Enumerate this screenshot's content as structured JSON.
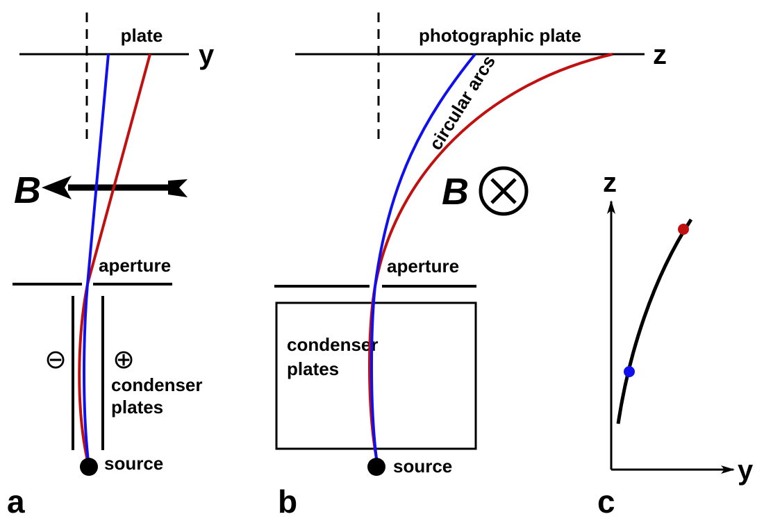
{
  "panels": {
    "a": {
      "label": "a",
      "plate_label": "plate",
      "axis_label": "y",
      "field_label": "B",
      "aperture_label": "aperture",
      "minus_sign": "⊖",
      "plus_sign": "⊕",
      "condenser_line1": "condenser",
      "condenser_line2": "plates",
      "source_label": "source"
    },
    "b": {
      "label": "b",
      "plate_label": "photographic plate",
      "axis_label": "z",
      "arc_label": "circular arcs",
      "field_label": "B",
      "aperture_label": "aperture",
      "condenser_line1": "condenser",
      "condenser_line2": "plates",
      "source_label": "source"
    },
    "c": {
      "label": "c",
      "x_axis_label": "y",
      "y_axis_label": "z"
    }
  },
  "colors": {
    "blue_trajectory": "#1010ee",
    "red_trajectory": "#c01010",
    "ink": "#000000"
  }
}
